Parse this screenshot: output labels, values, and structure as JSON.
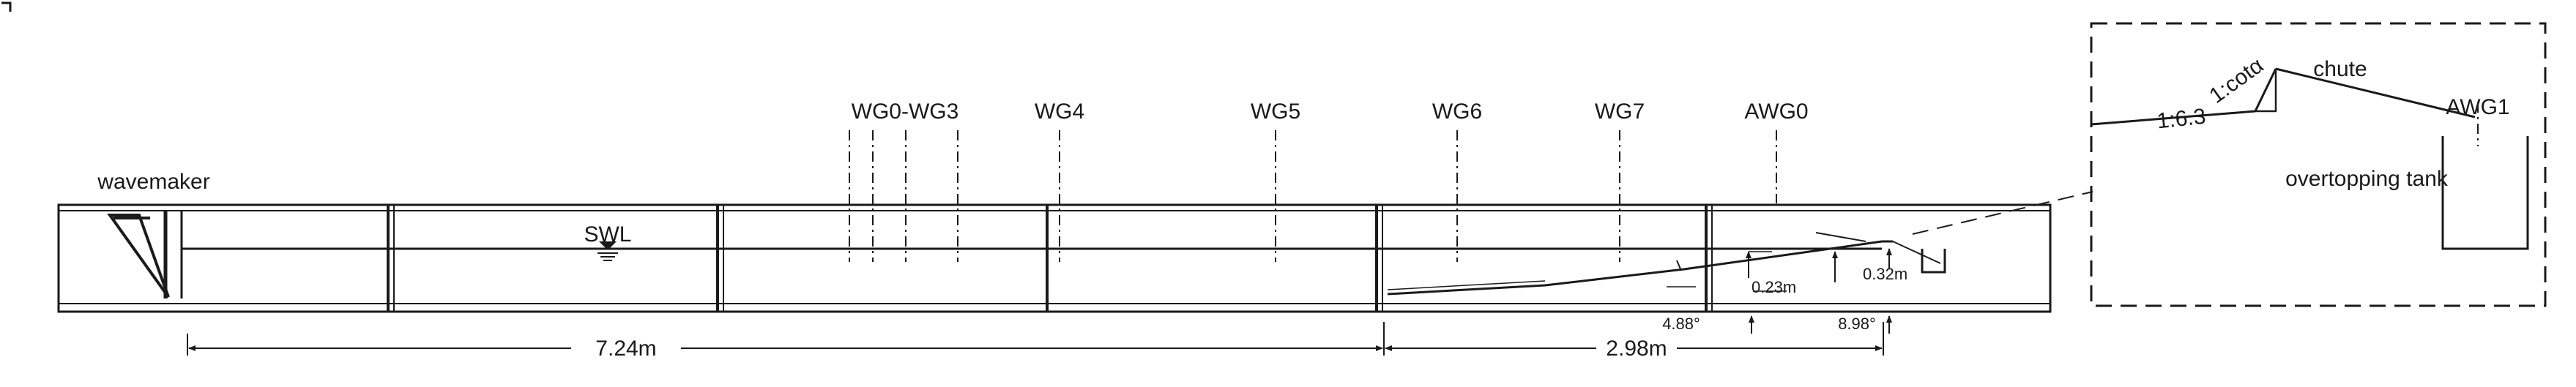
{
  "labels": {
    "wavemaker": "wavemaker",
    "swl": "SWL",
    "gauges": {
      "wg0_wg3": "WG0-WG3",
      "wg4": "WG4",
      "wg5": "WG5",
      "wg6": "WG6",
      "wg7": "WG7",
      "awg0": "AWG0"
    }
  },
  "dimensions": {
    "length_1": "7.24m",
    "length_2": "2.98m",
    "depth_1": "0.23m",
    "depth_2": "0.32m",
    "angle_1": "4.88°",
    "angle_2": "8.98°"
  },
  "detail": {
    "slope": "1:6.3",
    "slope_cot": "1:cotα",
    "chute": "chute",
    "gauge": "AWG1",
    "tank": "overtopping tank"
  },
  "colors": {
    "ink": "#1a1a1a",
    "background": "#ffffff"
  }
}
